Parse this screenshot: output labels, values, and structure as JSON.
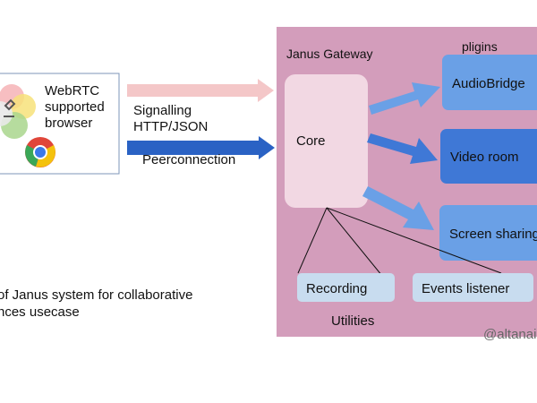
{
  "browser": {
    "label_lines": [
      "WebRTC",
      "supported",
      "browser"
    ]
  },
  "arrows": {
    "signalling_lines": [
      "Signalling",
      "HTTP/JSON"
    ],
    "peerconnection": "Peerconnection"
  },
  "gateway": {
    "title": "Janus Gateway",
    "plugins_title": "pligins",
    "core": "Core",
    "plugins": [
      "AudioBridge",
      "Video room",
      "Screen sharing"
    ],
    "utilities": [
      "Recording",
      "Events listener"
    ],
    "utilities_title": "Utilities",
    "watermark": "@altanai"
  },
  "caption": {
    "lines": [
      "of Janus system for collaborative",
      "nces usecase"
    ]
  },
  "colors": {
    "gateway_bg": "#d39dbb",
    "core_bg": "#f2d8e3",
    "plugin_light": "#6aa0e6",
    "plugin_dark": "#3f78d6",
    "utility_bg": "#c8dcef",
    "signalling_arrow": "#f4c7c8",
    "peer_arrow": "#2a62c4"
  }
}
